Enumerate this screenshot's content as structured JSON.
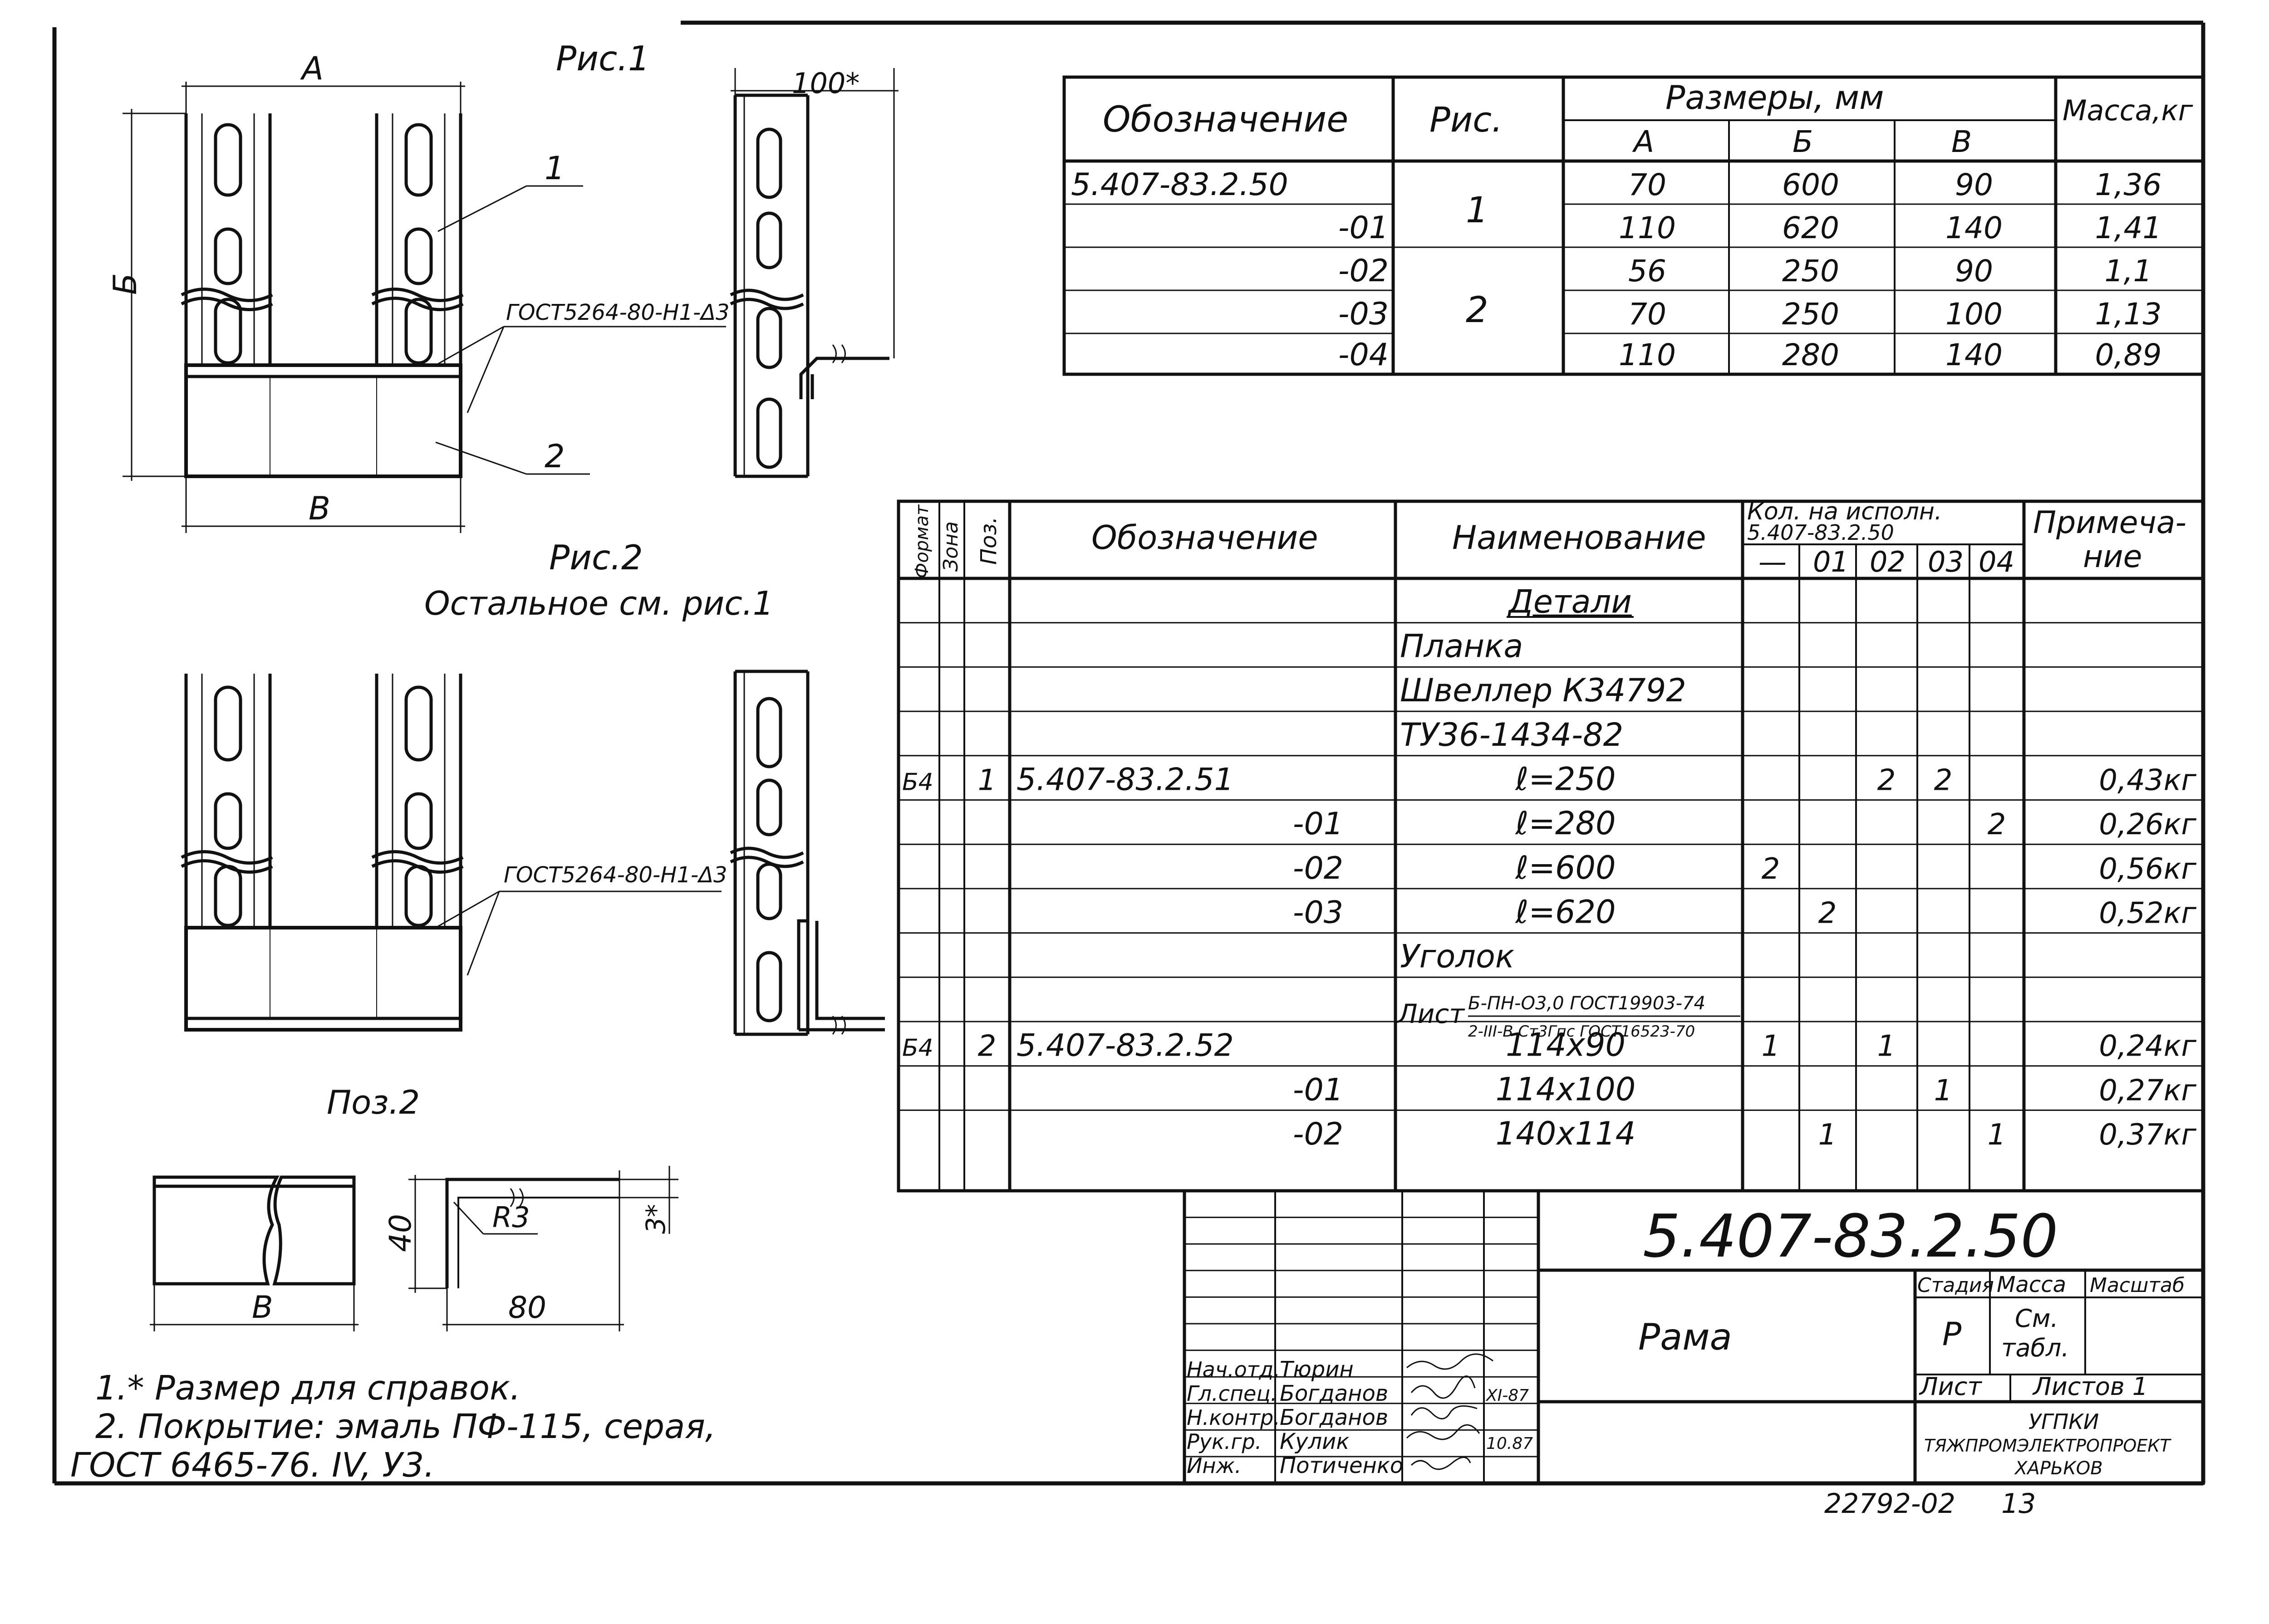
{
  "views": {
    "fig1_label": "Рис.1",
    "fig2_label": "Рис.2",
    "fig2_note": "Остальное см. рис.1",
    "pos2_label": "Поз.2",
    "leader_1": "1",
    "leader_2": "2",
    "weld_note_1": "ГОСТ5264-80-Н1-Δ3",
    "weld_note_2": "ГОСТ5264-80-Н1-Δ3",
    "dim_A": "А",
    "dim_B_height": "Б",
    "dim_V": "В",
    "dim_side_width": "100*",
    "pos2_dim_V": "В",
    "pos2_dim_40": "40",
    "pos2_dim_80": "80",
    "pos2_dim_R3": "R3",
    "pos2_dim_3": "3*"
  },
  "notes": [
    "1.* Размер для справок.",
    "2. Покрытие: эмаль ПФ-115, серая,",
    "ГОСТ 6465-76. IV, У3."
  ],
  "size_table": {
    "header_designation": "Обозначение",
    "header_fig": "Рис.",
    "header_dims": "Размеры, мм",
    "header_A": "А",
    "header_B": "Б",
    "header_V": "В",
    "header_mass": "Масса,кг",
    "rows": [
      {
        "designation": "5.407-83.2.50",
        "A": "70",
        "B": "600",
        "V": "90",
        "mass": "1,36"
      },
      {
        "designation": "-01",
        "A": "110",
        "B": "620",
        "V": "140",
        "mass": "1,41"
      },
      {
        "designation": "-02",
        "A": "56",
        "B": "250",
        "V": "90",
        "mass": "1,1"
      },
      {
        "designation": "-03",
        "A": "70",
        "B": "250",
        "V": "100",
        "mass": "1,13"
      },
      {
        "designation": "-04",
        "A": "110",
        "B": "280",
        "V": "140",
        "mass": "0,89"
      }
    ],
    "fig_values": [
      "1",
      "2"
    ]
  },
  "spec_table": {
    "h_format": "Формат",
    "h_zone": "Зона",
    "h_pos": "Поз.",
    "h_designation": "Обозначение",
    "h_name": "Наименование",
    "h_qty_1": "Кол. на исполн.",
    "h_qty_2": "5.407-83.2.50",
    "h_note_1": "Примеча-",
    "h_note_2": "ние",
    "exec_cols": [
      "—",
      "01",
      "02",
      "03",
      "04"
    ],
    "rows": [
      {
        "format": "",
        "pos": "",
        "designation": "",
        "name": "Детали",
        "q": [
          "",
          "",
          "",
          "",
          ""
        ],
        "note": ""
      },
      {
        "format": "",
        "pos": "",
        "designation": "",
        "name": "Планка",
        "q": [
          "",
          "",
          "",
          "",
          ""
        ],
        "note": ""
      },
      {
        "format": "",
        "pos": "",
        "designation": "",
        "name": "Швеллер К34792",
        "q": [
          "",
          "",
          "",
          "",
          ""
        ],
        "note": ""
      },
      {
        "format": "",
        "pos": "",
        "designation": "",
        "name": "ТУ36-1434-82",
        "q": [
          "",
          "",
          "",
          "",
          ""
        ],
        "note": ""
      },
      {
        "format": "Б4",
        "pos": "1",
        "designation": "5.407-83.2.51",
        "name": "ℓ=250",
        "q": [
          "",
          "",
          "2",
          "2",
          ""
        ],
        "note": "0,43кг"
      },
      {
        "format": "",
        "pos": "",
        "designation": "-01",
        "name": "ℓ=280",
        "q": [
          "",
          "",
          "",
          "",
          "2"
        ],
        "note": "0,26кг"
      },
      {
        "format": "",
        "pos": "",
        "designation": "-02",
        "name": "ℓ=600",
        "q": [
          "2",
          "",
          "",
          "",
          ""
        ],
        "note": "0,56кг"
      },
      {
        "format": "",
        "pos": "",
        "designation": "-03",
        "name": "ℓ=620",
        "q": [
          "",
          "2",
          "",
          "",
          ""
        ],
        "note": "0,52кг"
      },
      {
        "format": "",
        "pos": "",
        "designation": "",
        "name": "Уголок",
        "q": [
          "",
          "",
          "",
          "",
          ""
        ],
        "note": ""
      },
      {
        "format": "",
        "pos": "",
        "designation": "",
        "name": "",
        "q": [
          "",
          "",
          "",
          "",
          ""
        ],
        "note": ""
      },
      {
        "format": "Б4",
        "pos": "2",
        "designation": "5.407-83.2.52",
        "name": "114х90",
        "q": [
          "1",
          "",
          "1",
          "",
          ""
        ],
        "note": "0,24кг"
      },
      {
        "format": "",
        "pos": "",
        "designation": "-01",
        "name": "114х100",
        "q": [
          "",
          "",
          "",
          "1",
          ""
        ],
        "note": "0,27кг"
      },
      {
        "format": "",
        "pos": "",
        "designation": "-02",
        "name": "140х114",
        "q": [
          "",
          "1",
          "",
          "",
          "1"
        ],
        "note": "0,37кг"
      }
    ],
    "sheet_prefix": "Лист",
    "sheet_numerator": "Б-ПН-О3,0 ГОСТ19903-74",
    "sheet_denominator": "2-III-В Ст3Гпс ГОСТ16523-70"
  },
  "title_block": {
    "doc_number": "5.407-83.2.50",
    "title": "Рама",
    "h_stage": "Стадия",
    "h_mass": "Масса",
    "h_scale": "Масштаб",
    "stage": "Р",
    "mass_1": "См.",
    "mass_2": "табл.",
    "sheet": "Лист",
    "sheets": "Листов 1",
    "org_1": "УГПКИ",
    "org_2": "ТЯЖПРОМЭЛЕКТРОПРОЕКТ",
    "org_3": "ХАРЬКОВ",
    "roles": [
      {
        "role": "Нач.отд.",
        "name": "Тюрин",
        "date": ""
      },
      {
        "role": "Гл.спец.",
        "name": "Богданов",
        "date": "XI-87"
      },
      {
        "role": "Н.контр.",
        "name": "Богданов",
        "date": ""
      },
      {
        "role": "Рук.гр.",
        "name": "Кулик",
        "date": "10.87"
      },
      {
        "role": "Инж.",
        "name": "Потиченко",
        "date": ""
      }
    ],
    "footer_code": "22792-02",
    "footer_page": "13"
  }
}
